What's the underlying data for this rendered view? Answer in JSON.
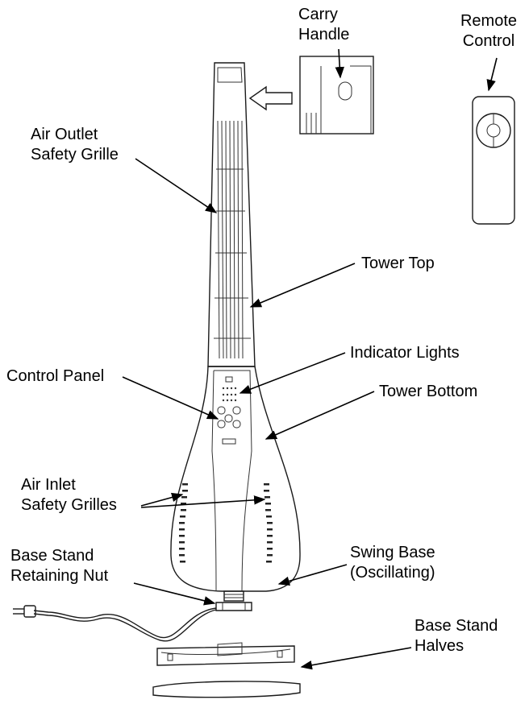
{
  "labels": {
    "carry_handle": [
      "Carry",
      "Handle"
    ],
    "remote_control": [
      "Remote",
      "Control"
    ],
    "air_outlet_grille": [
      "Air Outlet",
      "Safety Grille"
    ],
    "tower_top": [
      "Tower Top"
    ],
    "indicator_lights": [
      "Indicator Lights"
    ],
    "control_panel": [
      "Control Panel"
    ],
    "tower_bottom": [
      "Tower Bottom"
    ],
    "air_inlet_grilles": [
      "Air Inlet",
      "Safety Grilles"
    ],
    "base_stand_nut": [
      "Base Stand",
      "Retaining Nut"
    ],
    "swing_base": [
      "Swing Base",
      "(Oscillating)"
    ],
    "base_stand_halves": [
      "Base Stand",
      "Halves"
    ]
  }
}
